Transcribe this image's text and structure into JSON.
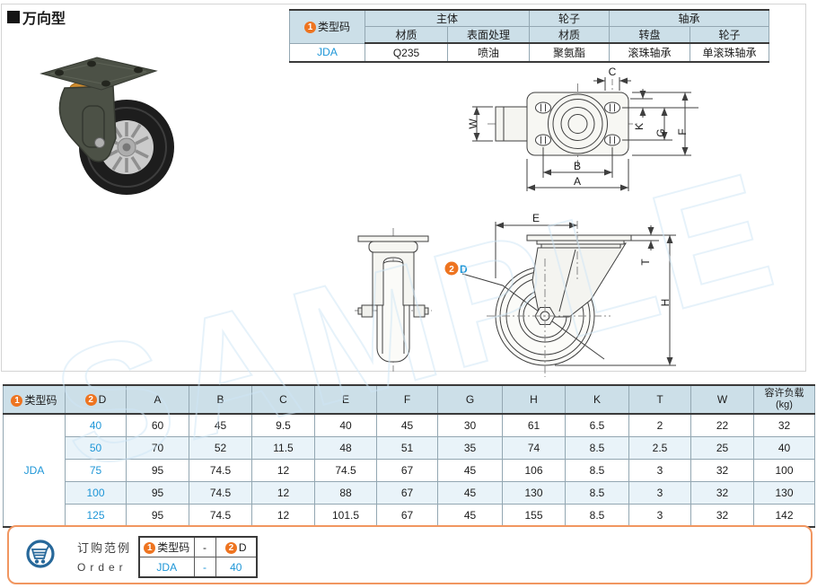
{
  "title": "万向型",
  "watermark": "SAMPLE",
  "spec_table": {
    "badge1": "1",
    "type_code_label": "类型码",
    "group_body": "主体",
    "group_wheel": "轮子",
    "group_bearing": "轴承",
    "sub_material1": "材质",
    "sub_surface": "表面处理",
    "sub_material2": "材质",
    "sub_swivel": "转盘",
    "sub_wheel": "轮子",
    "row": {
      "code": "JDA",
      "body_material": "Q235",
      "surface": "喷油",
      "wheel_material": "聚氨酯",
      "swivel_bearing": "滚珠轴承",
      "wheel_bearing": "单滚珠轴承"
    }
  },
  "drawing": {
    "badge2": "2",
    "labels": {
      "W": "W",
      "C": "C",
      "K": "K",
      "G": "G",
      "F": "F",
      "B": "B",
      "A": "A",
      "E": "E",
      "T": "T",
      "H": "H",
      "D": "D"
    }
  },
  "dim_table": {
    "badge1": "1",
    "type_code_label": "类型码",
    "badge2": "2",
    "d_label": "D",
    "col_headers": [
      "A",
      "B",
      "C",
      "E",
      "F",
      "G",
      "H",
      "K",
      "T",
      "W"
    ],
    "load_label_1": "容许负载",
    "load_label_2": "(kg)",
    "type_code": "JDA",
    "rows": [
      {
        "d": "40",
        "a": "60",
        "b": "45",
        "c": "9.5",
        "e": "40",
        "f": "45",
        "g": "30",
        "h": "61",
        "k": "6.5",
        "t": "2",
        "w": "22",
        "load": "32"
      },
      {
        "d": "50",
        "a": "70",
        "b": "52",
        "c": "11.5",
        "e": "48",
        "f": "51",
        "g": "35",
        "h": "74",
        "k": "8.5",
        "t": "2.5",
        "w": "25",
        "load": "40"
      },
      {
        "d": "75",
        "a": "95",
        "b": "74.5",
        "c": "12",
        "e": "74.5",
        "f": "67",
        "g": "45",
        "h": "106",
        "k": "8.5",
        "t": "3",
        "w": "32",
        "load": "100"
      },
      {
        "d": "100",
        "a": "95",
        "b": "74.5",
        "c": "12",
        "e": "88",
        "f": "67",
        "g": "45",
        "h": "130",
        "k": "8.5",
        "t": "3",
        "w": "32",
        "load": "130"
      },
      {
        "d": "125",
        "a": "95",
        "b": "74.5",
        "c": "12",
        "e": "101.5",
        "f": "67",
        "g": "45",
        "h": "155",
        "k": "8.5",
        "t": "3",
        "w": "32",
        "load": "142"
      }
    ]
  },
  "order": {
    "label_cn": "订购范例",
    "label_en": "Order",
    "badge1": "1",
    "type_code_label": "类型码",
    "dash": "-",
    "badge2": "2",
    "d_label": "D",
    "example_code": "JDA",
    "example_dash": "-",
    "example_d": "40"
  },
  "colors": {
    "accent_blue": "#1e96d7",
    "badge_orange": "#ee7420",
    "table_header_fill": "#ccdfe8",
    "row_stripe_fill": "#e9f3f9",
    "order_border_orange": "#f19660",
    "cart_blue": "#27689a",
    "watermark_blue": "#cfe6f6"
  }
}
